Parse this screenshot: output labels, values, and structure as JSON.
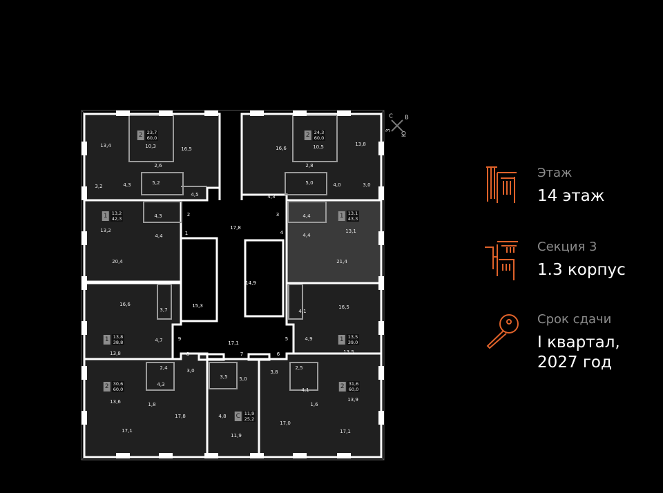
{
  "compass": {
    "north": "С",
    "east": "В",
    "south": "Ю",
    "west": "З"
  },
  "floorplan": {
    "apartments": [
      {
        "rooms_badge": "2",
        "living_area": "23,7",
        "total_area": "60,0",
        "rooms": [
          "13,4",
          "10,3",
          "16,5",
          "2,6",
          "3,2",
          "4,3",
          "5,2",
          "4,5"
        ]
      },
      {
        "rooms_badge": "1",
        "living_area": "13,2",
        "total_area": "42,3",
        "rooms": [
          "13,2",
          "4,3",
          "4,4",
          "20,4"
        ]
      },
      {
        "rooms_badge": "1",
        "living_area": "13,8",
        "total_area": "38,8",
        "rooms": [
          "16,6",
          "3,7",
          "4,7",
          "13,8"
        ]
      },
      {
        "rooms_badge": "2",
        "living_area": "30,6",
        "total_area": "60,0",
        "rooms": [
          "2,4",
          "3,0",
          "4,3",
          "13,6",
          "1,8",
          "17,8",
          "17,1"
        ]
      },
      {
        "rooms_badge": "С",
        "living_area": "11,9",
        "total_area": "25,2",
        "rooms": [
          "3,5",
          "5,0",
          "4,8",
          "11,9"
        ]
      },
      {
        "rooms_badge": "2",
        "living_area": "31,6",
        "total_area": "60,0",
        "rooms": [
          "3,8",
          "2,5",
          "4,1",
          "1,6",
          "17,0",
          "13,9",
          "17,1"
        ]
      },
      {
        "rooms_badge": "1",
        "living_area": "13,5",
        "total_area": "39,0",
        "rooms": [
          "4,1",
          "16,5",
          "4,9",
          "13,5"
        ]
      },
      {
        "rooms_badge": "1",
        "living_area": "13,1",
        "total_area": "43,3",
        "rooms": [
          "4,4",
          "4,4",
          "13,1",
          "21,4"
        ]
      },
      {
        "rooms_badge": "2",
        "living_area": "24,3",
        "total_area": "60,0",
        "rooms": [
          "16,6",
          "10,5",
          "13,8",
          "2,8",
          "5,0",
          "4,0",
          "3,0",
          "4,3"
        ]
      }
    ],
    "core_areas": [
      "17,8",
      "14,9",
      "15,3",
      "17,1"
    ],
    "door_numbers": [
      "1",
      "2",
      "3",
      "4",
      "5",
      "6",
      "7",
      "8",
      "9"
    ]
  },
  "info": {
    "floor": {
      "icon": "building-floor-icon",
      "label": "Этаж",
      "value": "14 этаж"
    },
    "section": {
      "icon": "section-icon",
      "label": "Секция 3",
      "value": "1.3 корпус"
    },
    "delivery": {
      "icon": "key-icon",
      "label": "Срок сдачи",
      "value_line1": "I квартал,",
      "value_line2": "2027 год"
    }
  },
  "colors": {
    "accent": "#e0622a",
    "apartment": "#202020",
    "highlight": "#3a3a3a",
    "wall": "#ffffff"
  }
}
